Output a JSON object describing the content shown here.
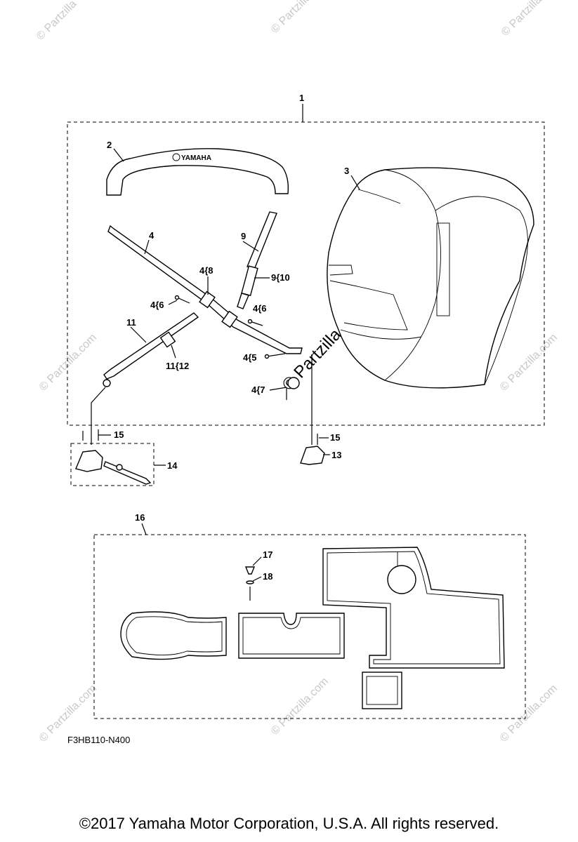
{
  "callouts": {
    "c1": "1",
    "c2": "2",
    "c3": "3",
    "c4": "4",
    "c4_8": "4{8",
    "c4_6a": "4{6",
    "c4_6b": "4{6",
    "c9": "9",
    "c9_10": "9{10",
    "c11": "11",
    "c11_12": "11{12",
    "c4_5": "4{5",
    "c4_7": "4{7",
    "c15a": "15",
    "c15b": "15",
    "c14": "14",
    "c13": "13",
    "c16": "16",
    "c17": "17",
    "c18": "18"
  },
  "brand_text": "YAMAHA",
  "watermark": {
    "text": "© Partzilla",
    "text_long": "© Partzilla.com",
    "center_text": "© Partzilla.com"
  },
  "figure_code": "F3HB110-N400",
  "copyright": "©2017  Yamaha Motor Corporation, U.S.A. All rights reserved."
}
